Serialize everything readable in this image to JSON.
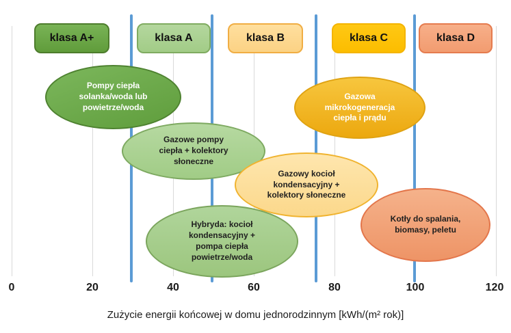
{
  "axis": {
    "label": "Zużycie energii końcowej w domu jednorodzinnym [kWh/(m² rok)]",
    "ticks": [
      "0",
      "20",
      "40",
      "60",
      "80",
      "100",
      "120"
    ]
  },
  "classes": [
    {
      "label": "klasa A+",
      "fill": "#69a74b"
    },
    {
      "label": "klasa A",
      "fill": "#a9d18e"
    },
    {
      "label": "klasa B",
      "fill": "#ffd98e"
    },
    {
      "label": "klasa C",
      "fill": "#ffc000"
    },
    {
      "label": "klasa D",
      "fill": "#f6a881"
    }
  ],
  "bubbles": [
    {
      "text": "Pompy ciepła\nsolanka/woda lub\npowietrze/woda",
      "fill": "#6bab4c",
      "text_color": "#ffffff"
    },
    {
      "text": "Gazowe pompy\nciepła + kolektory\nsłoneczne",
      "fill": "#acd394",
      "text_color": "#1f1f1f"
    },
    {
      "text": "Gazowa\nmikrokogeneracja\nciepła i prądu",
      "fill": "#efb01c",
      "text_color": "#ffffff"
    },
    {
      "text": "Gazowy kocioł\nkondensacyjny +\nkolektory słoneczne",
      "fill": "#fcdd9c",
      "text_color": "#1f1f1f"
    },
    {
      "text": "Hybryda: kocioł\nkondensacyjny  +\npompa ciepła\npowietrze/woda",
      "fill": "#a6ce8d",
      "text_color": "#1f1f1f"
    },
    {
      "text": "Kotły do spalania,\nbiomasy, peletu",
      "fill": "#f2a57c",
      "text_color": "#1f1f1f"
    }
  ],
  "colors": {
    "zone_line": "#5b9bd5",
    "gridline": "#d9d9d9"
  },
  "chart_data": {
    "type": "scatter",
    "title": "",
    "xlabel": "Zużycie energii końcowej w domu jednorodzinnym [kWh/(m² rok)]",
    "ylabel": "",
    "xlim": [
      0,
      120
    ],
    "x_ticks": [
      0,
      20,
      40,
      60,
      80,
      100,
      120
    ],
    "grid": true,
    "class_boundaries_x": [
      30,
      50,
      75,
      100
    ],
    "energy_classes": [
      {
        "label": "klasa A+",
        "x_range": [
          0,
          30
        ]
      },
      {
        "label": "klasa A",
        "x_range": [
          30,
          50
        ]
      },
      {
        "label": "klasa B",
        "x_range": [
          50,
          75
        ]
      },
      {
        "label": "klasa C",
        "x_range": [
          75,
          100
        ]
      },
      {
        "label": "klasa D",
        "x_range": [
          100,
          120
        ]
      }
    ],
    "items": [
      {
        "label": "Pompy ciepła solanka/woda lub powietrze/woda",
        "x_center": 25,
        "x_range": [
          8,
          42
        ]
      },
      {
        "label": "Gazowe pompy ciepła + kolektory słoneczne",
        "x_center": 45,
        "x_range": [
          27,
          63
        ]
      },
      {
        "label": "Gazowa mikrokogeneracja ciepła i prądu",
        "x_center": 86,
        "x_range": [
          70,
          103
        ]
      },
      {
        "label": "Gazowy kocioł kondensacyjny + kolektory słoneczne",
        "x_center": 73,
        "x_range": [
          55,
          91
        ]
      },
      {
        "label": "Hybryda: kocioł kondensacyjny + pompa ciepła powietrze/woda",
        "x_center": 52,
        "x_range": [
          33,
          71
        ]
      },
      {
        "label": "Kotły do spalania, biomasy, peletu",
        "x_center": 102,
        "x_range": [
          87,
          119
        ]
      }
    ]
  }
}
